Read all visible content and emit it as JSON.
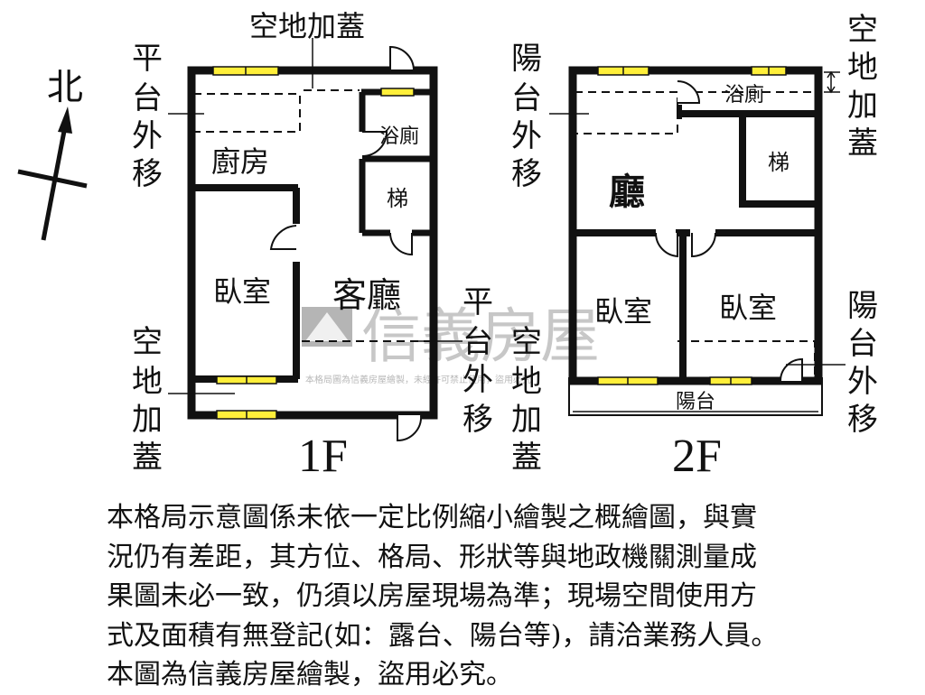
{
  "compass": {
    "label": "北"
  },
  "floor1": {
    "label": "1F",
    "top_addition": "空地加蓋",
    "left_platform_chars": [
      "平",
      "台",
      "外",
      "移"
    ],
    "kitchen": "廚房",
    "bathroom": "浴廁",
    "stairs": "梯",
    "bedroom": "臥室",
    "living_room": "客廳",
    "right_platform_chars": [
      "平",
      "台",
      "外",
      "移"
    ],
    "bottom_addition_chars": [
      "空",
      "地",
      "加",
      "蓋"
    ]
  },
  "floor2": {
    "label": "2F",
    "balcony_moved_chars": [
      "陽",
      "台",
      "外",
      "移"
    ],
    "bathroom": "浴廁",
    "stairs": "梯",
    "hall": "廳",
    "bedroom_left": "臥室",
    "bedroom_right": "臥室",
    "balcony": "陽台",
    "right_addition_chars": [
      "空",
      "地",
      "加",
      "蓋"
    ],
    "right_balcony_chars": [
      "陽",
      "台",
      "外",
      "移"
    ],
    "bottom_addition_chars": [
      "空",
      "地",
      "加",
      "蓋"
    ]
  },
  "watermark": {
    "brand": "信義房屋",
    "small_text": "本格局圖為信義房屋繪製，未經許可禁止使用，盜用必究"
  },
  "disclaimer_lines": [
    "本格局示意圖係未依一定比例縮小繪製之概繪圖，與實",
    "況仍有差距，其方位、格局、形狀等與地政機關測量成",
    "果圖未必一致，仍須以房屋現場為準；現場空間使用方",
    "式及面積有無登記(如：露台、陽台等)，請洽業務人員。",
    "本圖為信義房屋繪製，盜用必究。"
  ]
}
